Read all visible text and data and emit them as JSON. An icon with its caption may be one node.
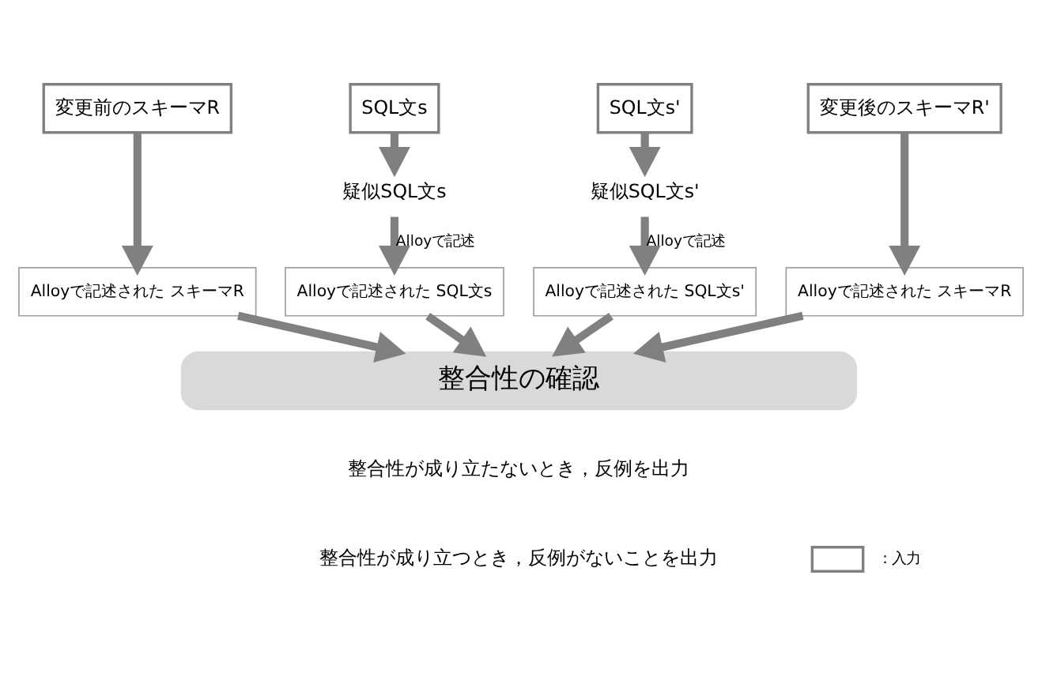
{
  "diagram": {
    "nodes": [
      {
        "text": [
          "変更前のスキーマR"
        ]
      },
      {
        "text": [
          "SQL文s"
        ]
      },
      {
        "text": [
          "SQL文s'"
        ]
      },
      {
        "text": [
          "変更後のスキーマR'"
        ]
      },
      {
        "text": [
          "疑似SQL文s"
        ]
      },
      {
        "text": [
          "疑似SQL文s'"
        ]
      },
      {
        "text": [
          "Alloyで記述された スキーマR"
        ]
      },
      {
        "text": [
          "Alloyで記述された SQL文s"
        ]
      },
      {
        "text": [
          "Alloyで記述された SQL文s'"
        ]
      },
      {
        "text": [
          "Alloyで記述された スキーマR"
        ]
      },
      {
        "text": [
          "整合性の確認"
        ]
      }
    ],
    "edges": [
      {
        "from": 0,
        "to": 6,
        "arrow": "to"
      },
      {
        "from": 1,
        "to": 4,
        "arrow": "to"
      },
      {
        "from": 4,
        "to": 7,
        "arrow": "to",
        "label": "Alloyで記述"
      },
      {
        "from": 2,
        "to": 5,
        "arrow": "to"
      },
      {
        "from": 5,
        "to": 8,
        "arrow": "to",
        "label": "Alloyで記述"
      },
      {
        "from": 3,
        "to": 9,
        "arrow": "to"
      },
      {
        "from": 6,
        "to": 10,
        "arrow": "to"
      },
      {
        "from": 7,
        "to": 10,
        "arrow": "to"
      },
      {
        "from": 8,
        "to": 10,
        "arrow": "to"
      },
      {
        "from": 9,
        "to": 10,
        "arrow": "to"
      }
    ],
    "labels": [
      "整合性が成り立たないとき，反例を出力",
      "整合性が成り立つとき，反例がないことを出力"
    ],
    "legend": [
      {
        "text": "：入力"
      }
    ]
  }
}
